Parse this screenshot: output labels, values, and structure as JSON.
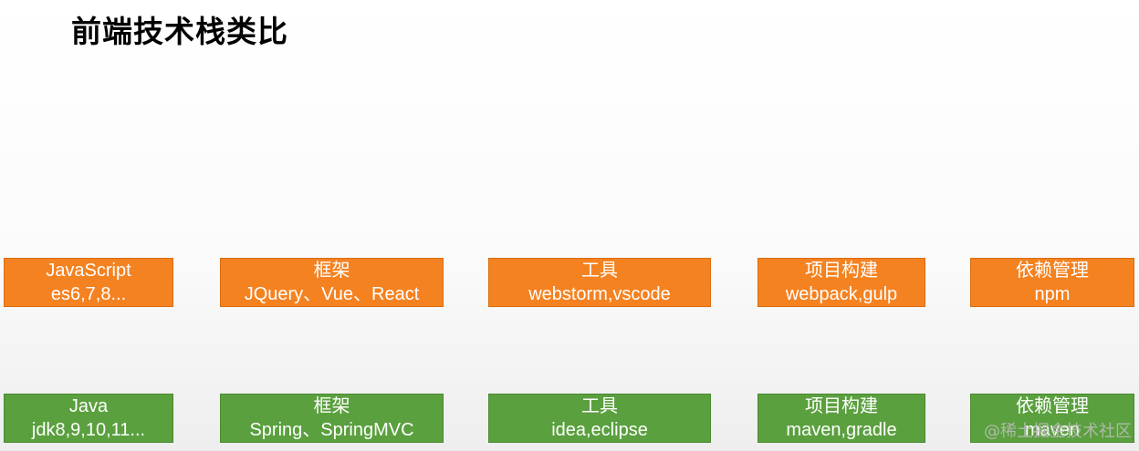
{
  "title": "前端技术栈类比",
  "colors": {
    "frontend_box": "#f58220",
    "backend_box": "#5aa03e",
    "box_text": "#ffffff"
  },
  "frontend_row": [
    {
      "line1": "JavaScript",
      "line2": "es6,7,8..."
    },
    {
      "line1": "框架",
      "line2": "JQuery、Vue、React"
    },
    {
      "line1": "工具",
      "line2": "webstorm,vscode"
    },
    {
      "line1": "项目构建",
      "line2": "webpack,gulp"
    },
    {
      "line1": "依赖管理",
      "line2": "npm"
    }
  ],
  "backend_row": [
    {
      "line1": "Java",
      "line2": "jdk8,9,10,11..."
    },
    {
      "line1": "框架",
      "line2": "Spring、SpringMVC"
    },
    {
      "line1": "工具",
      "line2": "idea,eclipse"
    },
    {
      "line1": "项目构建",
      "line2": "maven,gradle"
    },
    {
      "line1": "依赖管理",
      "line2": "maven"
    }
  ],
  "watermark": "@稀土掘金技术社区"
}
